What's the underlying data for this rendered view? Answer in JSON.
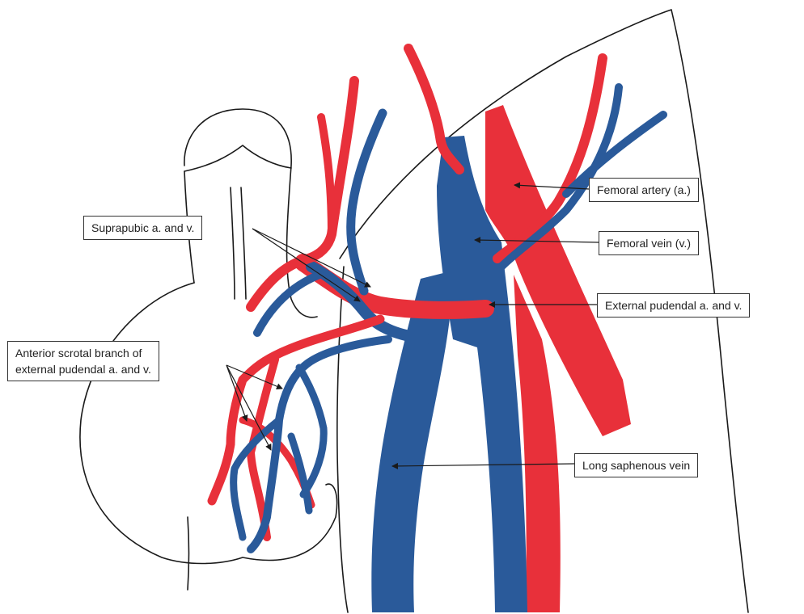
{
  "colors": {
    "artery": "#e8303a",
    "vein": "#2a5a9a",
    "outline": "#1a1a1a"
  },
  "labels": {
    "femoral_artery": "Femoral artery (a.)",
    "femoral_vein": "Femoral vein (v.)",
    "suprapubic": "Suprapubic a. and v.",
    "external_pudendal": "External pudendal a. and v.",
    "anterior_scrotal": "Anterior scrotal branch of\nexternal pudendal a. and v.",
    "long_saphenous": "Long saphenous vein"
  }
}
